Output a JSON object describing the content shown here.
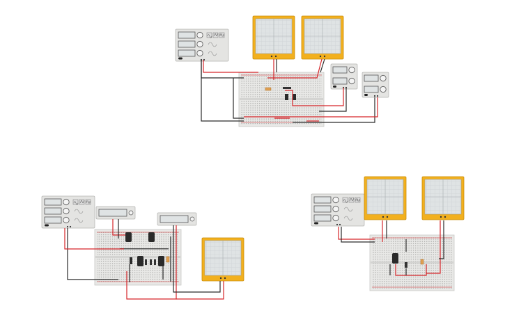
{
  "canvas": {
    "background": "#ffffff",
    "wire_red": "#d6262a",
    "wire_black": "#2a2a2a",
    "scope_frame": "#f2b01e",
    "scope_screen": "#dfe3e4",
    "breadboard": "#e8e8e6"
  },
  "circuits": [
    {
      "name": "top-circuit",
      "components": [
        "function-generator",
        "oscilloscope",
        "oscilloscope",
        "breadboard",
        "power-supply",
        "power-supply",
        "resistor",
        "capacitor",
        "capacitor",
        "transistor"
      ]
    },
    {
      "name": "bottom-left-circuit",
      "components": [
        "function-generator",
        "power-supply",
        "power-supply",
        "breadboard",
        "oscilloscope",
        "capacitor",
        "capacitor",
        "capacitor",
        "capacitor",
        "capacitor",
        "resistor",
        "resistor",
        "resistor",
        "resistor",
        "resistor"
      ]
    },
    {
      "name": "bottom-right-circuit",
      "components": [
        "function-generator",
        "oscilloscope",
        "oscilloscope",
        "breadboard",
        "capacitor",
        "resistor",
        "inductor"
      ]
    }
  ],
  "icons": {
    "wave_sine": "sine-wave-icon",
    "wave_square": "square-wave-icon",
    "wave_triangle": "triangle-wave-icon",
    "knob": "knob-icon"
  }
}
